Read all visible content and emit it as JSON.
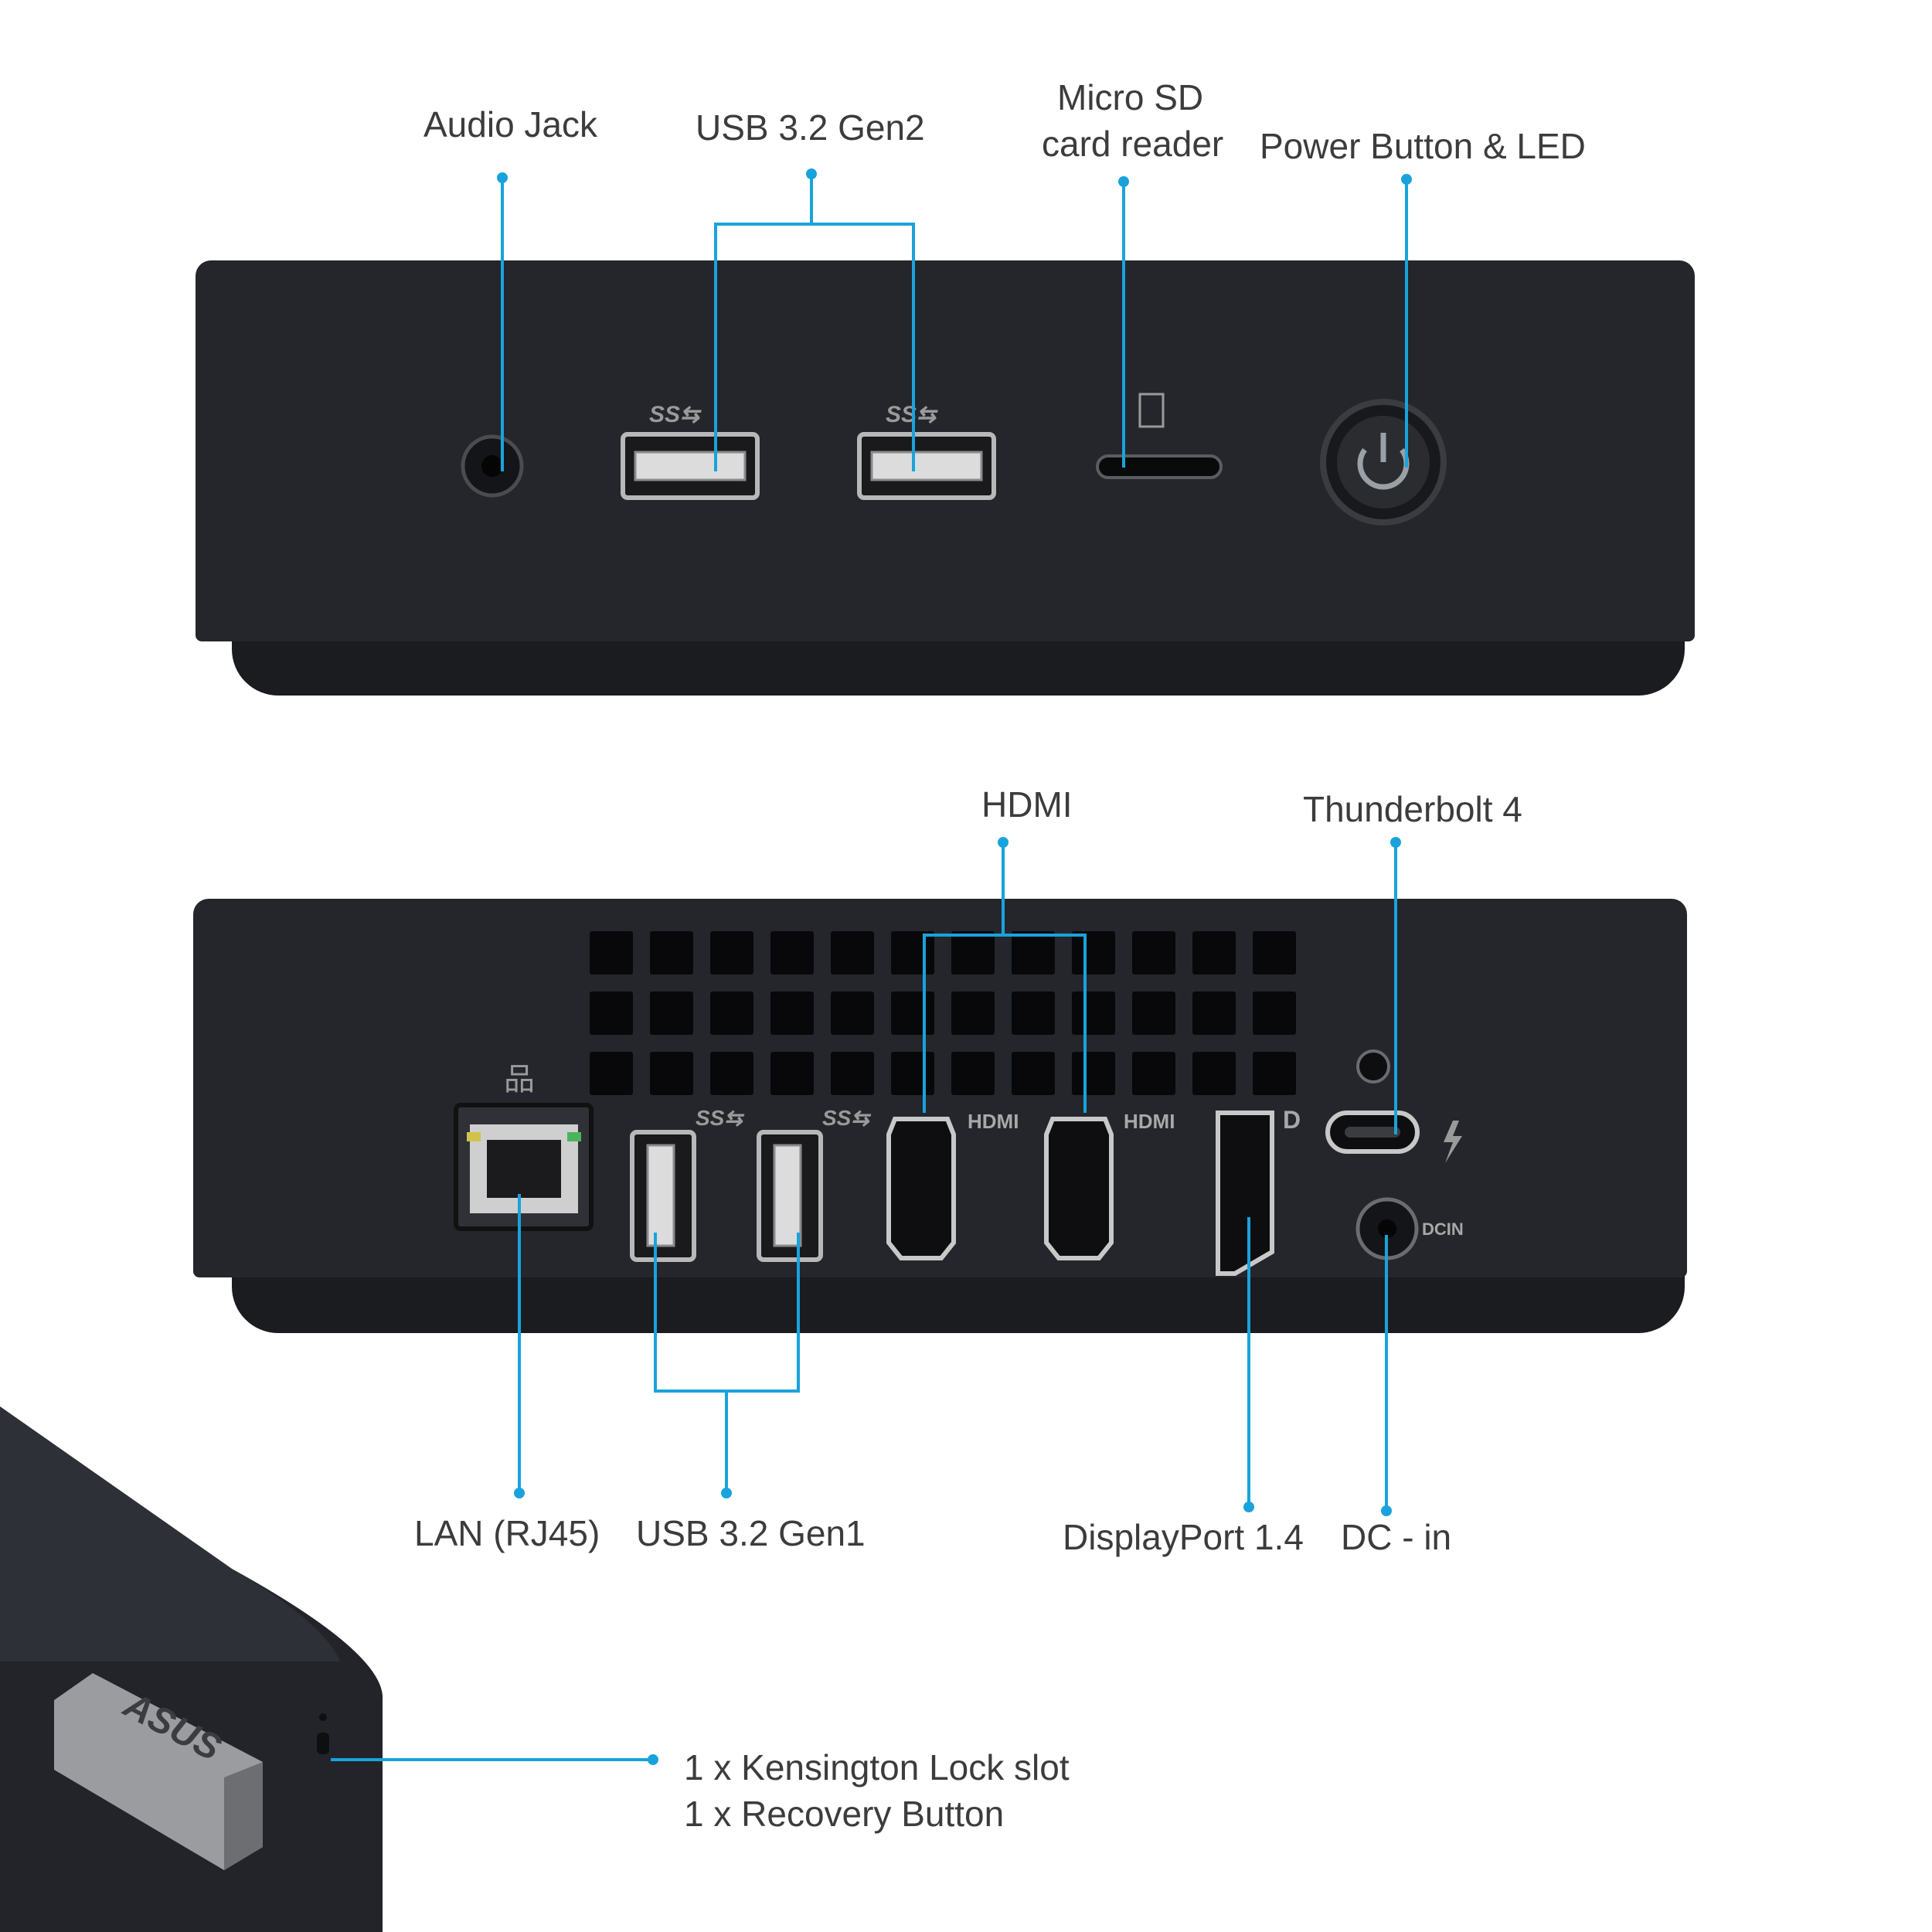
{
  "front_panel": {
    "labels": {
      "audio_jack": "Audio Jack",
      "usb_gen2": "USB 3.2 Gen2",
      "micro_sd_line1": "Micro SD",
      "micro_sd_line2": "card reader",
      "power": "Power Button & LED"
    }
  },
  "rear_panel": {
    "labels": {
      "hdmi": "HDMI",
      "thunderbolt": "Thunderbolt 4",
      "lan": "LAN (RJ45)",
      "usb_gen1": "USB 3.2 Gen1",
      "displayport": "DisplayPort 1.4",
      "dc_in": "DC - in"
    },
    "port_markings": {
      "hdmi_1": "HDMI",
      "hdmi_2": "HDMI",
      "dcin": "DCIN"
    }
  },
  "side_panel": {
    "labels": {
      "kensington": "1 x Kensington Lock slot",
      "recovery": "1 x Recovery Button"
    },
    "logo_text": "ASUS"
  },
  "colors": {
    "callout_line": "#19a3dc",
    "device_body": "#24262b",
    "label_text": "#3c3c3c"
  }
}
